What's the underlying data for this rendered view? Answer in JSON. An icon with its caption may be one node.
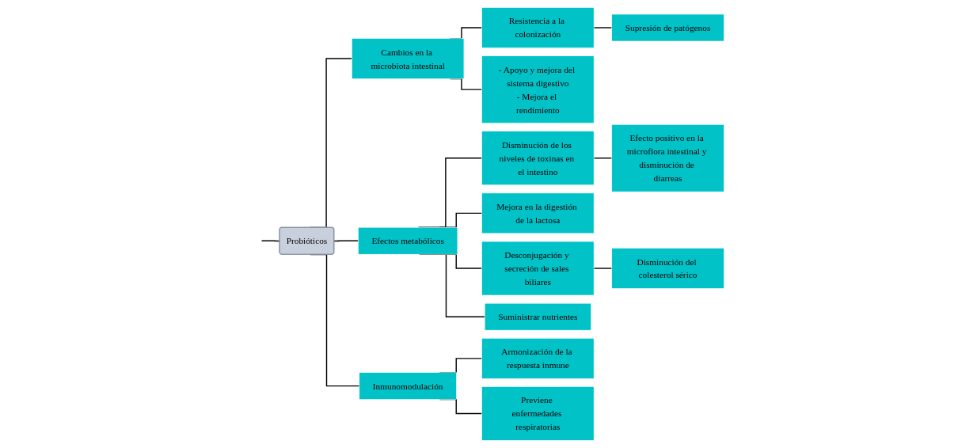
{
  "diagram": {
    "nodes": [
      {
        "text": [
          "Probióticos"
        ]
      },
      {
        "text": [
          "Cambios en la microbiota intestinal"
        ]
      },
      {
        "text": [
          "Resistencia a la colonización"
        ]
      },
      {
        "text": [
          "Supresión de patógenos"
        ]
      },
      {
        "text": [
          "- Apoyo y mejora del sistema digestivo",
          "- Mejora el rendimiento"
        ]
      },
      {
        "text": [
          "Disminución de los niveles de toxinas en el intestino"
        ]
      },
      {
        "text": [
          "Efecto positivo en la microflora intestinal y disminución de diarreas"
        ]
      },
      {
        "text": [
          "Efectos metabólicos"
        ]
      },
      {
        "text": [
          "Mejora en la digestión de la lactosa"
        ]
      },
      {
        "text": [
          "Desconjugación y secreción de sales biliares"
        ]
      },
      {
        "text": [
          "Disminución del colesterol sérico"
        ]
      },
      {
        "text": [
          "Suministrar nutrientes"
        ]
      },
      {
        "text": [
          "Armonización de la respuesta inmune"
        ]
      },
      {
        "text": [
          "Inmunomodulación"
        ]
      },
      {
        "text": [
          "Previene enfermedades respiratorias"
        ]
      }
    ],
    "edges": [
      {
        "from": null,
        "to": 0,
        "arrow": "none"
      },
      {
        "from": 0,
        "to": 1,
        "arrow": "none"
      },
      {
        "from": 0,
        "to": 7,
        "arrow": "none"
      },
      {
        "from": 0,
        "to": 13,
        "arrow": "none"
      },
      {
        "from": 1,
        "to": 2,
        "arrow": "none"
      },
      {
        "from": 2,
        "to": 3,
        "arrow": "none"
      },
      {
        "from": 1,
        "to": 4,
        "arrow": "none"
      },
      {
        "from": 7,
        "to": 5,
        "arrow": "none"
      },
      {
        "from": 5,
        "to": 6,
        "arrow": "none"
      },
      {
        "from": 7,
        "to": 8,
        "arrow": "none"
      },
      {
        "from": 7,
        "to": 9,
        "arrow": "none"
      },
      {
        "from": 7,
        "to": 11,
        "arrow": "none"
      },
      {
        "from": 9,
        "to": 10,
        "arrow": "none"
      },
      {
        "from": 13,
        "to": 12,
        "arrow": "none"
      },
      {
        "from": 13,
        "to": 14,
        "arrow": "none"
      }
    ]
  }
}
